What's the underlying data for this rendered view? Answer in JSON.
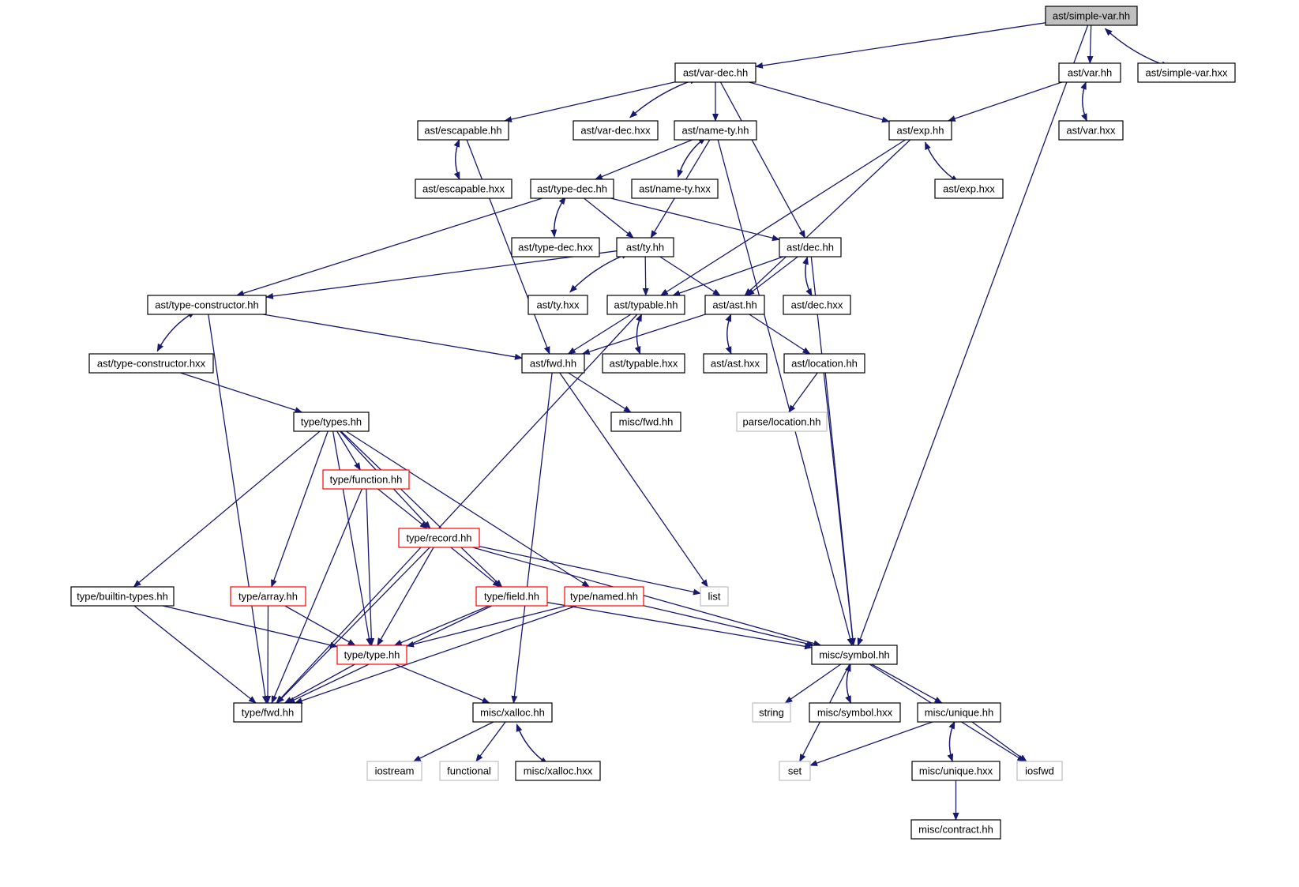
{
  "colors": {
    "edge": "#191970",
    "box_normal": "#000000",
    "box_truncated": "#ff0000",
    "box_system": "#bfbfbf",
    "fill_focus": "#bfbfbf",
    "text": "#000000"
  },
  "nodes": [
    {
      "id": "simple_var",
      "label": "ast/simple-var.hh",
      "kind": "focus"
    },
    {
      "id": "var_dec",
      "label": "ast/var-dec.hh",
      "kind": "normal"
    },
    {
      "id": "var",
      "label": "ast/var.hh",
      "kind": "normal"
    },
    {
      "id": "simple_var_hxx",
      "label": "ast/simple-var.hxx",
      "kind": "normal"
    },
    {
      "id": "escapable",
      "label": "ast/escapable.hh",
      "kind": "normal"
    },
    {
      "id": "var_dec_hxx",
      "label": "ast/var-dec.hxx",
      "kind": "normal"
    },
    {
      "id": "name_ty",
      "label": "ast/name-ty.hh",
      "kind": "normal"
    },
    {
      "id": "exp",
      "label": "ast/exp.hh",
      "kind": "normal"
    },
    {
      "id": "var_hxx",
      "label": "ast/var.hxx",
      "kind": "normal"
    },
    {
      "id": "escapable_hxx",
      "label": "ast/escapable.hxx",
      "kind": "normal"
    },
    {
      "id": "type_dec",
      "label": "ast/type-dec.hh",
      "kind": "normal"
    },
    {
      "id": "name_ty_hxx",
      "label": "ast/name-ty.hxx",
      "kind": "normal"
    },
    {
      "id": "exp_hxx",
      "label": "ast/exp.hxx",
      "kind": "normal"
    },
    {
      "id": "type_dec_hxx",
      "label": "ast/type-dec.hxx",
      "kind": "normal"
    },
    {
      "id": "ty",
      "label": "ast/ty.hh",
      "kind": "normal"
    },
    {
      "id": "dec",
      "label": "ast/dec.hh",
      "kind": "normal"
    },
    {
      "id": "type_constructor",
      "label": "ast/type-constructor.hh",
      "kind": "normal"
    },
    {
      "id": "ty_hxx",
      "label": "ast/ty.hxx",
      "kind": "normal"
    },
    {
      "id": "typable",
      "label": "ast/typable.hh",
      "kind": "normal"
    },
    {
      "id": "ast",
      "label": "ast/ast.hh",
      "kind": "normal"
    },
    {
      "id": "dec_hxx",
      "label": "ast/dec.hxx",
      "kind": "normal"
    },
    {
      "id": "type_constructor_hxx",
      "label": "ast/type-constructor.hxx",
      "kind": "normal"
    },
    {
      "id": "fwd",
      "label": "ast/fwd.hh",
      "kind": "normal"
    },
    {
      "id": "typable_hxx",
      "label": "ast/typable.hxx",
      "kind": "normal"
    },
    {
      "id": "ast_hxx",
      "label": "ast/ast.hxx",
      "kind": "normal"
    },
    {
      "id": "location",
      "label": "ast/location.hh",
      "kind": "normal"
    },
    {
      "id": "types",
      "label": "type/types.hh",
      "kind": "normal"
    },
    {
      "id": "misc_fwd",
      "label": "misc/fwd.hh",
      "kind": "normal"
    },
    {
      "id": "parse_location",
      "label": "parse/location.hh",
      "kind": "system"
    },
    {
      "id": "function",
      "label": "type/function.hh",
      "kind": "truncated"
    },
    {
      "id": "record",
      "label": "type/record.hh",
      "kind": "truncated"
    },
    {
      "id": "list",
      "label": "list",
      "kind": "system"
    },
    {
      "id": "builtin_types",
      "label": "type/builtin-types.hh",
      "kind": "normal"
    },
    {
      "id": "array",
      "label": "type/array.hh",
      "kind": "truncated"
    },
    {
      "id": "field",
      "label": "type/field.hh",
      "kind": "truncated"
    },
    {
      "id": "named",
      "label": "type/named.hh",
      "kind": "truncated"
    },
    {
      "id": "type",
      "label": "type/type.hh",
      "kind": "truncated"
    },
    {
      "id": "symbol",
      "label": "misc/symbol.hh",
      "kind": "normal"
    },
    {
      "id": "type_fwd",
      "label": "type/fwd.hh",
      "kind": "normal"
    },
    {
      "id": "xalloc",
      "label": "misc/xalloc.hh",
      "kind": "normal"
    },
    {
      "id": "string",
      "label": "string",
      "kind": "system"
    },
    {
      "id": "symbol_hxx",
      "label": "misc/symbol.hxx",
      "kind": "normal"
    },
    {
      "id": "unique",
      "label": "misc/unique.hh",
      "kind": "normal"
    },
    {
      "id": "iostream",
      "label": "iostream",
      "kind": "system"
    },
    {
      "id": "functional",
      "label": "functional",
      "kind": "system"
    },
    {
      "id": "xalloc_hxx",
      "label": "misc/xalloc.hxx",
      "kind": "normal"
    },
    {
      "id": "set",
      "label": "set",
      "kind": "system"
    },
    {
      "id": "unique_hxx",
      "label": "misc/unique.hxx",
      "kind": "normal"
    },
    {
      "id": "iosfwd",
      "label": "iosfwd",
      "kind": "system"
    },
    {
      "id": "contract",
      "label": "misc/contract.hh",
      "kind": "normal"
    }
  ],
  "edges": [
    [
      "simple_var",
      "var_dec"
    ],
    [
      "simple_var",
      "var"
    ],
    [
      "simple_var",
      "simple_var_hxx"
    ],
    [
      "simple_var_hxx",
      "simple_var"
    ],
    [
      "simple_var",
      "symbol"
    ],
    [
      "var_dec",
      "escapable"
    ],
    [
      "var_dec",
      "var_dec_hxx"
    ],
    [
      "var_dec_hxx",
      "var_dec"
    ],
    [
      "var_dec",
      "name_ty"
    ],
    [
      "var_dec",
      "exp"
    ],
    [
      "var_dec",
      "dec"
    ],
    [
      "var",
      "exp"
    ],
    [
      "var",
      "var_hxx"
    ],
    [
      "var_hxx",
      "var"
    ],
    [
      "escapable",
      "escapable_hxx"
    ],
    [
      "escapable_hxx",
      "escapable"
    ],
    [
      "escapable",
      "fwd"
    ],
    [
      "name_ty",
      "type_dec"
    ],
    [
      "name_ty",
      "name_ty_hxx"
    ],
    [
      "name_ty_hxx",
      "name_ty"
    ],
    [
      "name_ty",
      "ty"
    ],
    [
      "name_ty",
      "symbol"
    ],
    [
      "exp",
      "exp_hxx"
    ],
    [
      "exp_hxx",
      "exp"
    ],
    [
      "exp",
      "typable"
    ],
    [
      "exp",
      "ast"
    ],
    [
      "type_dec",
      "type_dec_hxx"
    ],
    [
      "type_dec_hxx",
      "type_dec"
    ],
    [
      "type_dec",
      "ty"
    ],
    [
      "type_dec",
      "dec"
    ],
    [
      "type_dec",
      "type_constructor"
    ],
    [
      "ty",
      "ty_hxx"
    ],
    [
      "ty_hxx",
      "ty"
    ],
    [
      "ty",
      "typable"
    ],
    [
      "ty",
      "ast"
    ],
    [
      "ty",
      "type_constructor"
    ],
    [
      "dec",
      "ast"
    ],
    [
      "dec",
      "typable"
    ],
    [
      "dec",
      "dec_hxx"
    ],
    [
      "dec_hxx",
      "dec"
    ],
    [
      "dec",
      "symbol"
    ],
    [
      "type_constructor",
      "type_constructor_hxx"
    ],
    [
      "type_constructor_hxx",
      "type_constructor"
    ],
    [
      "type_constructor",
      "fwd"
    ],
    [
      "type_constructor",
      "type_fwd"
    ],
    [
      "typable",
      "fwd"
    ],
    [
      "typable",
      "typable_hxx"
    ],
    [
      "typable_hxx",
      "typable"
    ],
    [
      "typable",
      "type_fwd"
    ],
    [
      "ast",
      "fwd"
    ],
    [
      "ast",
      "ast_hxx"
    ],
    [
      "ast_hxx",
      "ast"
    ],
    [
      "ast",
      "location"
    ],
    [
      "type_constructor_hxx",
      "types"
    ],
    [
      "fwd",
      "misc_fwd"
    ],
    [
      "fwd",
      "list"
    ],
    [
      "fwd",
      "xalloc"
    ],
    [
      "location",
      "parse_location"
    ],
    [
      "location",
      "symbol"
    ],
    [
      "types",
      "function"
    ],
    [
      "types",
      "record"
    ],
    [
      "types",
      "builtin_types"
    ],
    [
      "types",
      "array"
    ],
    [
      "types",
      "type"
    ],
    [
      "types",
      "field"
    ],
    [
      "types",
      "named"
    ],
    [
      "function",
      "record"
    ],
    [
      "function",
      "type"
    ],
    [
      "function",
      "type_fwd"
    ],
    [
      "record",
      "field"
    ],
    [
      "record",
      "type"
    ],
    [
      "record",
      "type_fwd"
    ],
    [
      "record",
      "list"
    ],
    [
      "record",
      "symbol"
    ],
    [
      "builtin_types",
      "type"
    ],
    [
      "builtin_types",
      "type_fwd"
    ],
    [
      "array",
      "type"
    ],
    [
      "array",
      "type_fwd"
    ],
    [
      "field",
      "type"
    ],
    [
      "field",
      "type_fwd"
    ],
    [
      "field",
      "symbol"
    ],
    [
      "named",
      "type"
    ],
    [
      "named",
      "type_fwd"
    ],
    [
      "named",
      "symbol"
    ],
    [
      "type",
      "type_fwd"
    ],
    [
      "type",
      "xalloc"
    ],
    [
      "symbol",
      "string"
    ],
    [
      "symbol",
      "symbol_hxx"
    ],
    [
      "symbol_hxx",
      "symbol"
    ],
    [
      "symbol",
      "unique"
    ],
    [
      "symbol",
      "set"
    ],
    [
      "symbol",
      "iosfwd"
    ],
    [
      "xalloc",
      "iostream"
    ],
    [
      "xalloc",
      "functional"
    ],
    [
      "xalloc",
      "xalloc_hxx"
    ],
    [
      "xalloc_hxx",
      "xalloc"
    ],
    [
      "unique",
      "set"
    ],
    [
      "unique",
      "unique_hxx"
    ],
    [
      "unique_hxx",
      "unique"
    ],
    [
      "unique",
      "iosfwd"
    ],
    [
      "unique_hxx",
      "contract"
    ]
  ]
}
